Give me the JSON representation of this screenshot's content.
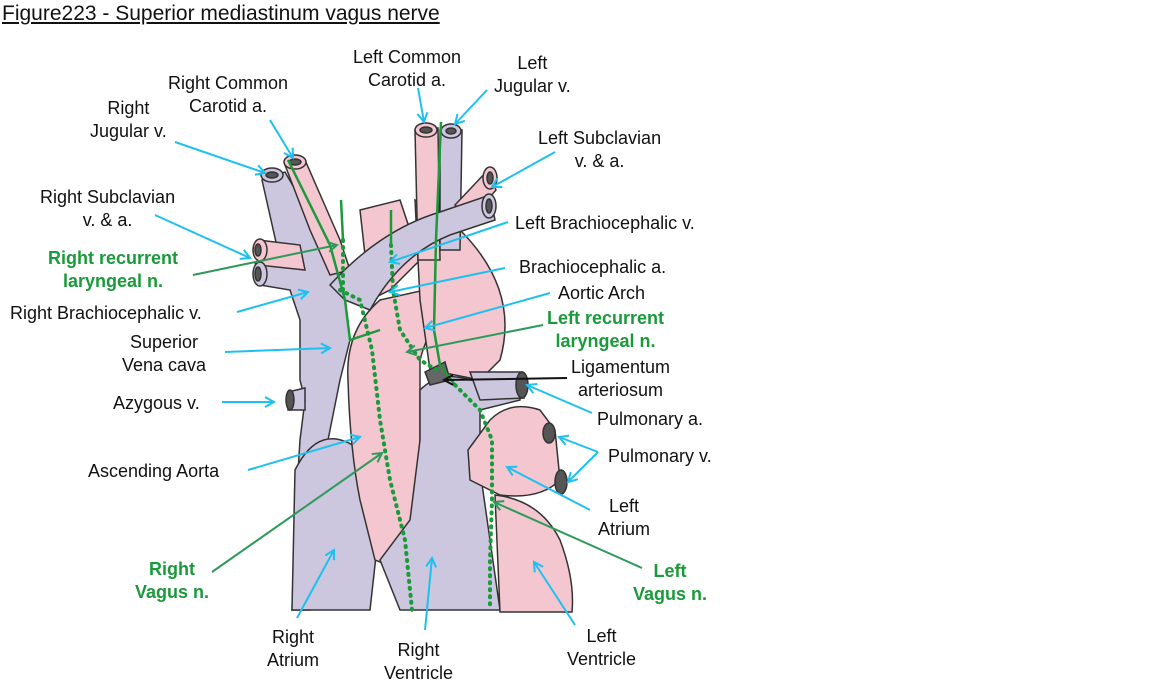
{
  "title": "Figure223 - Superior mediastinum vagus nerve",
  "colors": {
    "vein": "#cdc6df",
    "artery": "#f4c6cf",
    "nerve": "#1a9a3a",
    "pointer": "#1ec0f0",
    "outline": "#333333"
  },
  "labels": {
    "right_common_carotid": [
      "Right Common",
      "Carotid a."
    ],
    "right_jugular": [
      "Right",
      "Jugular v."
    ],
    "left_common_carotid": [
      "Left Common",
      "Carotid a."
    ],
    "left_jugular": [
      "Left",
      "Jugular v."
    ],
    "left_subclavian": [
      "Left Subclavian",
      "v. & a."
    ],
    "right_subclavian": [
      "Right Subclavian",
      "v. & a."
    ],
    "left_brachiocephalic_v": [
      "Left Brachiocephalic v."
    ],
    "right_recurrent_laryngeal": [
      "Right recurrent",
      "laryngeal n."
    ],
    "brachiocephalic_a": [
      "Brachiocephalic a."
    ],
    "aortic_arch": [
      "Aortic Arch"
    ],
    "right_brachiocephalic_v": [
      "Right Brachiocephalic v."
    ],
    "left_recurrent_laryngeal": [
      "Left recurrent",
      "laryngeal n."
    ],
    "superior_vena_cava": [
      "Superior",
      "Vena cava"
    ],
    "ligamentum_arteriosum": [
      "Ligamentum",
      "arteriosum"
    ],
    "azygous": [
      "Azygous v."
    ],
    "pulmonary_a": [
      "Pulmonary a."
    ],
    "pulmonary_v": [
      "Pulmonary v."
    ],
    "ascending_aorta": [
      "Ascending Aorta"
    ],
    "left_atrium": [
      "Left",
      "Atrium"
    ],
    "right_vagus": [
      "Right",
      "Vagus n."
    ],
    "left_vagus": [
      "Left",
      "Vagus n."
    ],
    "right_atrium": [
      "Right",
      "Atrium"
    ],
    "right_ventricle": [
      "Right",
      "Ventricle"
    ],
    "left_ventricle": [
      "Left",
      "Ventricle"
    ]
  }
}
